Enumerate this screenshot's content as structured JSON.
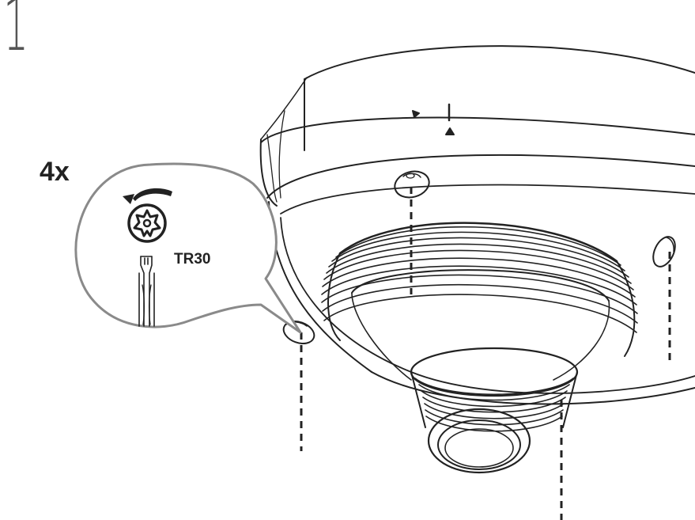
{
  "diagram": {
    "step_number": "1",
    "quantity_label": "4x",
    "bit_label": "TR30",
    "icons": {
      "rotate": "counterclockwise-rotate-arrow-icon",
      "bit": "torx-security-bit-icon",
      "tool": "torx-screwdriver-icon"
    },
    "colors": {
      "line": "#222222",
      "callout_stroke": "#8a8a8a",
      "callout_fill": "#ffffff",
      "lens": "#444444"
    }
  }
}
